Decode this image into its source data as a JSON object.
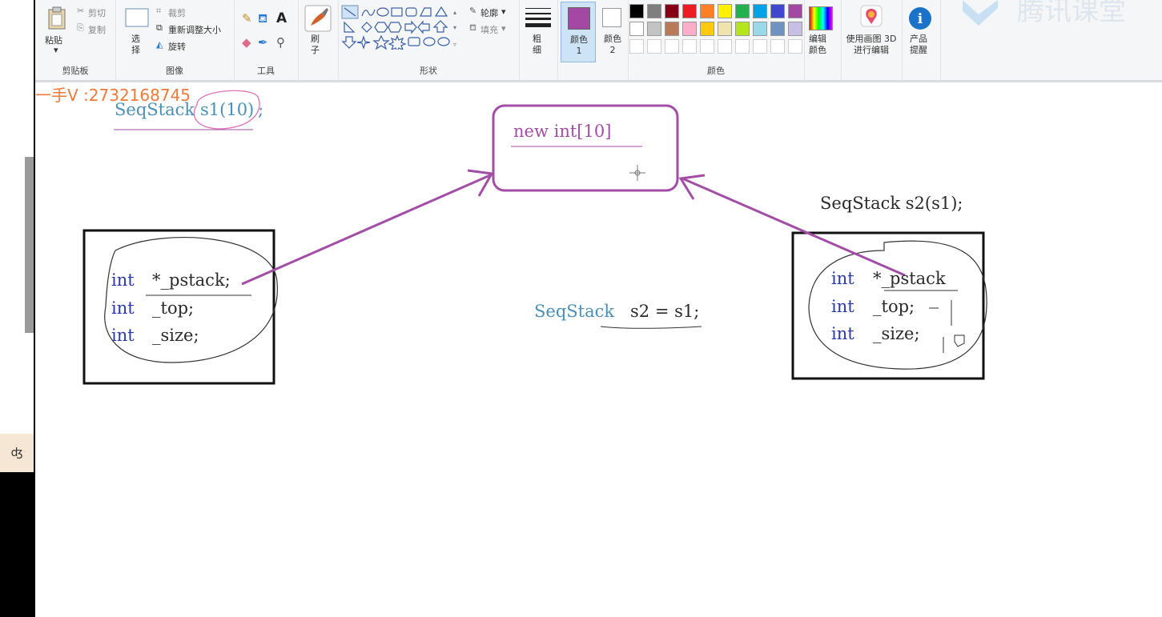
{
  "ribbon": {
    "clipboard": {
      "paste": "粘贴",
      "cut": "剪切",
      "copy": "复制",
      "label": "剪贴板"
    },
    "image": {
      "select": "选择",
      "crop": "裁剪",
      "resize": "重新调整大小",
      "rotate": "旋转",
      "label": "图像"
    },
    "tools": {
      "label": "工具"
    },
    "brush": {
      "label": "刷子"
    },
    "shapes": {
      "outline": "轮廓",
      "fill": "填充",
      "label": "形状"
    },
    "size": {
      "label": "粗细"
    },
    "color1": {
      "label": "颜色 1"
    },
    "color2": {
      "label": "颜色 2"
    },
    "colors": {
      "label": "颜色",
      "palette": [
        "#000000",
        "#7f7f7f",
        "#880015",
        "#ed1c24",
        "#ff7f27",
        "#fff200",
        "#22b14c",
        "#00a2e8",
        "#3f48cc",
        "#a349a4",
        "#ffffff",
        "#c3c3c3",
        "#b97a57",
        "#ffaec9",
        "#ffc90e",
        "#efe4b0",
        "#b5e61d",
        "#99d9ea",
        "#7092be",
        "#c8bfe7"
      ],
      "color1_value": "#a349a4"
    },
    "edit_colors": "编辑颜色",
    "paint3d": "使用画图 3D 进行编辑",
    "product_alert": "产品提醒",
    "watermark": "腾讯课堂"
  },
  "canvas": {
    "line1": "SeqStack",
    "line1_arg": "s1(10)",
    "line1_end": ";",
    "heap_box": "new int[10]",
    "contact": "一手V :2732168745",
    "s2_copy": "SeqStack s2(s1);",
    "assign_kw": "SeqStack",
    "assign_rest": "s2 = s1;",
    "left_box": {
      "kw1": "int",
      "v1": "*_pstack;",
      "kw2": "int",
      "v2": "_top;",
      "kw3": "int",
      "v3": "_size;"
    },
    "right_box": {
      "kw1": "int",
      "v1": "*_pstack",
      "kw2": "int",
      "v2": "_top;",
      "kw3": "int",
      "v3": "_size;"
    }
  }
}
